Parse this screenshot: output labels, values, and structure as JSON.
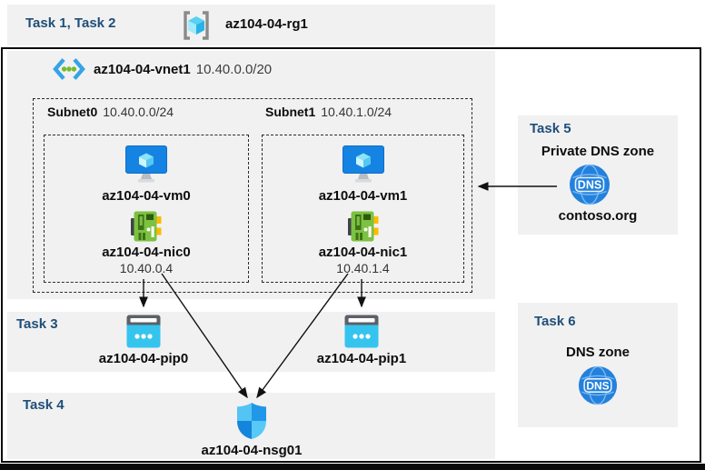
{
  "header": {
    "tasks": "Task 1, Task 2",
    "rg": "az104-04-rg1"
  },
  "vnet": {
    "name": "az104-04-vnet1",
    "cidr": "10.40.0.0/20",
    "subnets": [
      {
        "name": "Subnet0",
        "cidr": "10.40.0.0/24",
        "vm": "az104-04-vm0",
        "nic": "az104-04-nic0",
        "ip": "10.40.0.4"
      },
      {
        "name": "Subnet1",
        "cidr": "10.40.1.0/24",
        "vm": "az104-04-vm1",
        "nic": "az104-04-nic1",
        "ip": "10.40.1.4"
      }
    ]
  },
  "task3": {
    "label": "Task 3",
    "pip0": "az104-04-pip0",
    "pip1": "az104-04-pip1"
  },
  "task4": {
    "label": "Task 4",
    "nsg": "az104-04-nsg01"
  },
  "task5": {
    "label": "Task 5",
    "title": "Private DNS zone",
    "zone": "contoso.org"
  },
  "task6": {
    "label": "Task 6",
    "title": "DNS zone"
  },
  "icons": {
    "dns_label": "DNS"
  },
  "colors": {
    "task_label": "#1f4e79",
    "band_bg": "#f1f1f1",
    "frame": "#0a0a0a",
    "vm_blue": "#1583e2",
    "nic_green": "#7cc142",
    "pip_cyan": "#35c4ee",
    "shield_light": "#53c4f3",
    "shield_dark": "#1787da",
    "dns_blue": "#2381dd",
    "rg_cube": "#55d2f4",
    "vnet_chevron": "#35a3e8",
    "vnet_dots": "#76bc2d",
    "yellow_tab": "#ffb900"
  }
}
